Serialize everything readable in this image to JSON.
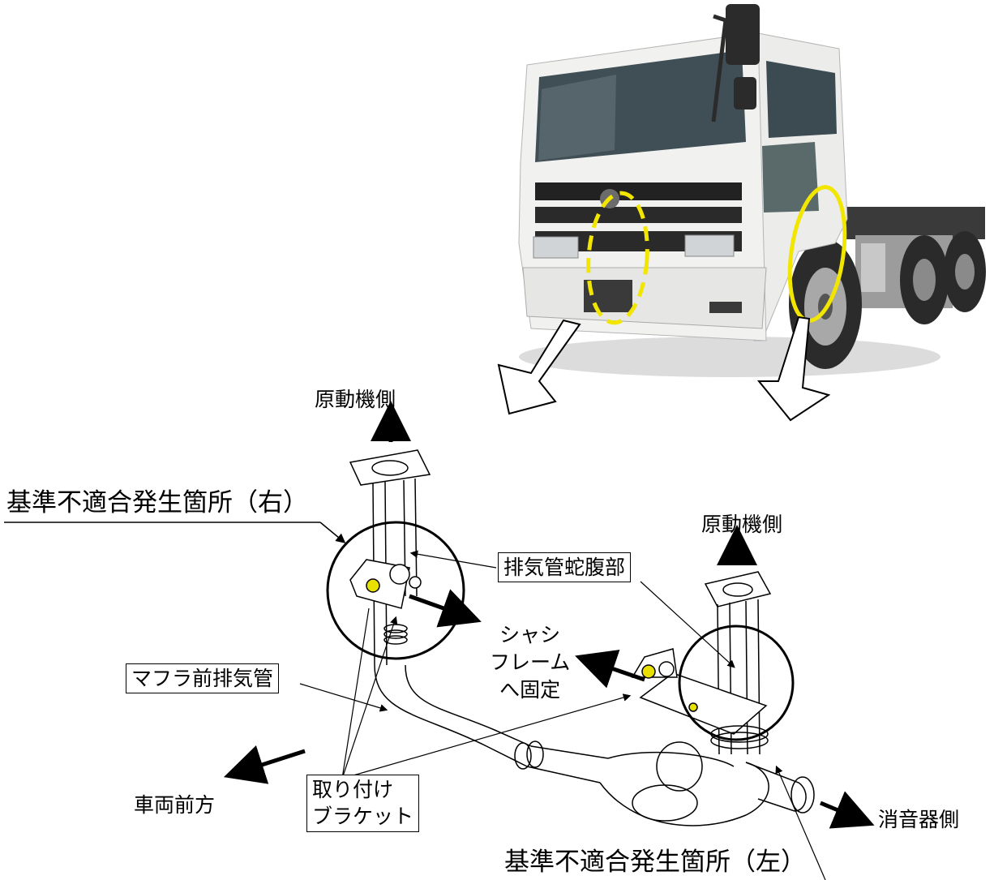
{
  "labels": {
    "engine_side_left": "原動機側",
    "engine_side_right": "原動機側",
    "nonconformity_right": "基準不適合発生箇所（右）",
    "nonconformity_left": "基準不適合発生箇所（左）",
    "bellows": "排気管蛇腹部",
    "chassis_line1": "シャシ",
    "chassis_line2": "フレーム",
    "chassis_line3": "へ固定",
    "front_pipe": "マフラ前排気管",
    "vehicle_front": "車両前方",
    "bracket_line1": "取り付け",
    "bracket_line2": "ブラケット",
    "muffler_side": "消音器側"
  },
  "colors": {
    "highlight": "#f2e600",
    "truck_body": "#f1f1ef",
    "outline": "#000000"
  }
}
